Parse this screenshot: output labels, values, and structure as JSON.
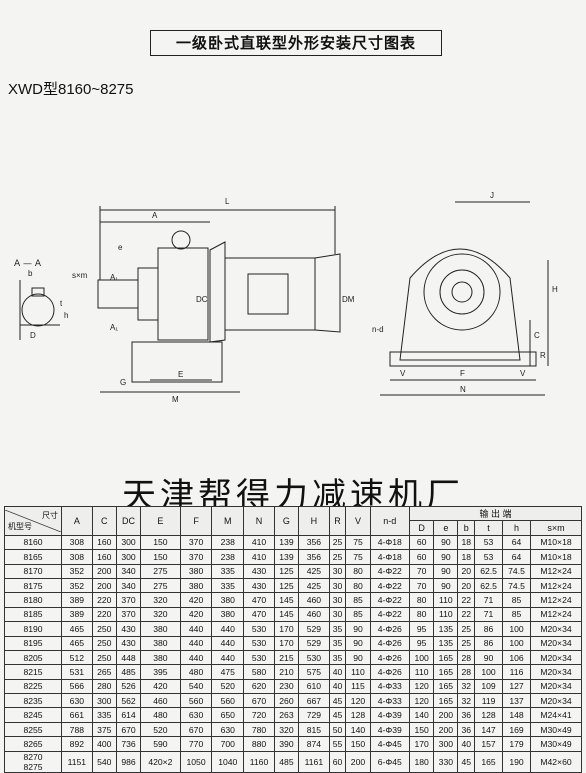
{
  "title": "一级卧式直联型外形安装尺寸图表",
  "model": "XWD型8160~8275",
  "company": "天津帮得力减速机厂",
  "drawing": {
    "section_label": "A — A",
    "labels": [
      "L",
      "A",
      "J",
      "e",
      "A₁",
      "A₁",
      "DC",
      "DM",
      "s×m",
      "b",
      "t",
      "h",
      "D",
      "G",
      "E",
      "M",
      "H",
      "C",
      "n-d",
      "V",
      "F",
      "N",
      "V",
      "R"
    ]
  },
  "table": {
    "corner_top": "尺寸",
    "corner_bottom": "机型号",
    "output_group": "输 出 端",
    "headers": [
      "A",
      "C",
      "DC",
      "E",
      "F",
      "M",
      "N",
      "G",
      "H",
      "R",
      "V",
      "n-d"
    ],
    "output_headers": [
      "D",
      "e",
      "b",
      "t",
      "h",
      "s×m"
    ],
    "rows": [
      [
        "8160",
        "308",
        "160",
        "300",
        "150",
        "370",
        "238",
        "410",
        "139",
        "356",
        "25",
        "75",
        "4-Φ18",
        "60",
        "90",
        "18",
        "53",
        "64",
        "M10×18"
      ],
      [
        "8165",
        "308",
        "160",
        "300",
        "150",
        "370",
        "238",
        "410",
        "139",
        "356",
        "25",
        "75",
        "4-Φ18",
        "60",
        "90",
        "18",
        "53",
        "64",
        "M10×18"
      ],
      [
        "8170",
        "352",
        "200",
        "340",
        "275",
        "380",
        "335",
        "430",
        "125",
        "425",
        "30",
        "80",
        "4-Φ22",
        "70",
        "90",
        "20",
        "62.5",
        "74.5",
        "M12×24"
      ],
      [
        "8175",
        "352",
        "200",
        "340",
        "275",
        "380",
        "335",
        "430",
        "125",
        "425",
        "30",
        "80",
        "4-Φ22",
        "70",
        "90",
        "20",
        "62.5",
        "74.5",
        "M12×24"
      ],
      [
        "8180",
        "389",
        "220",
        "370",
        "320",
        "420",
        "380",
        "470",
        "145",
        "460",
        "30",
        "85",
        "4-Φ22",
        "80",
        "110",
        "22",
        "71",
        "85",
        "M12×24"
      ],
      [
        "8185",
        "389",
        "220",
        "370",
        "320",
        "420",
        "380",
        "470",
        "145",
        "460",
        "30",
        "85",
        "4-Φ22",
        "80",
        "110",
        "22",
        "71",
        "85",
        "M12×24"
      ],
      [
        "8190",
        "465",
        "250",
        "430",
        "380",
        "440",
        "440",
        "530",
        "170",
        "529",
        "35",
        "90",
        "4-Φ26",
        "95",
        "135",
        "25",
        "86",
        "100",
        "M20×34"
      ],
      [
        "8195",
        "465",
        "250",
        "430",
        "380",
        "440",
        "440",
        "530",
        "170",
        "529",
        "35",
        "90",
        "4-Φ26",
        "95",
        "135",
        "25",
        "86",
        "100",
        "M20×34"
      ],
      [
        "8205",
        "512",
        "250",
        "448",
        "380",
        "440",
        "440",
        "530",
        "215",
        "530",
        "35",
        "90",
        "4-Φ26",
        "100",
        "165",
        "28",
        "90",
        "106",
        "M20×34"
      ],
      [
        "8215",
        "531",
        "265",
        "485",
        "395",
        "480",
        "475",
        "580",
        "210",
        "575",
        "40",
        "110",
        "4-Φ26",
        "110",
        "165",
        "28",
        "100",
        "116",
        "M20×34"
      ],
      [
        "8225",
        "566",
        "280",
        "526",
        "420",
        "540",
        "520",
        "620",
        "230",
        "610",
        "40",
        "115",
        "4-Φ33",
        "120",
        "165",
        "32",
        "109",
        "127",
        "M20×34"
      ],
      [
        "8235",
        "630",
        "300",
        "562",
        "460",
        "560",
        "560",
        "670",
        "260",
        "667",
        "45",
        "120",
        "4-Φ33",
        "120",
        "165",
        "32",
        "119",
        "137",
        "M20×34"
      ],
      [
        "8245",
        "661",
        "335",
        "614",
        "480",
        "630",
        "650",
        "720",
        "263",
        "729",
        "45",
        "128",
        "4-Φ39",
        "140",
        "200",
        "36",
        "128",
        "148",
        "M24×41"
      ],
      [
        "8255",
        "788",
        "375",
        "670",
        "520",
        "670",
        "630",
        "780",
        "320",
        "815",
        "50",
        "140",
        "4-Φ39",
        "150",
        "200",
        "36",
        "147",
        "169",
        "M30×49"
      ],
      [
        "8265",
        "892",
        "400",
        "736",
        "590",
        "770",
        "700",
        "880",
        "390",
        "874",
        "55",
        "150",
        "4-Φ45",
        "170",
        "300",
        "40",
        "157",
        "179",
        "M30×49"
      ],
      [
        "8270\n8275",
        "1151",
        "540",
        "986",
        "420×2",
        "1050",
        "1040",
        "1160",
        "485",
        "1161",
        "60",
        "200",
        "6-Φ45",
        "180",
        "330",
        "45",
        "165",
        "190",
        "M42×60"
      ]
    ]
  }
}
